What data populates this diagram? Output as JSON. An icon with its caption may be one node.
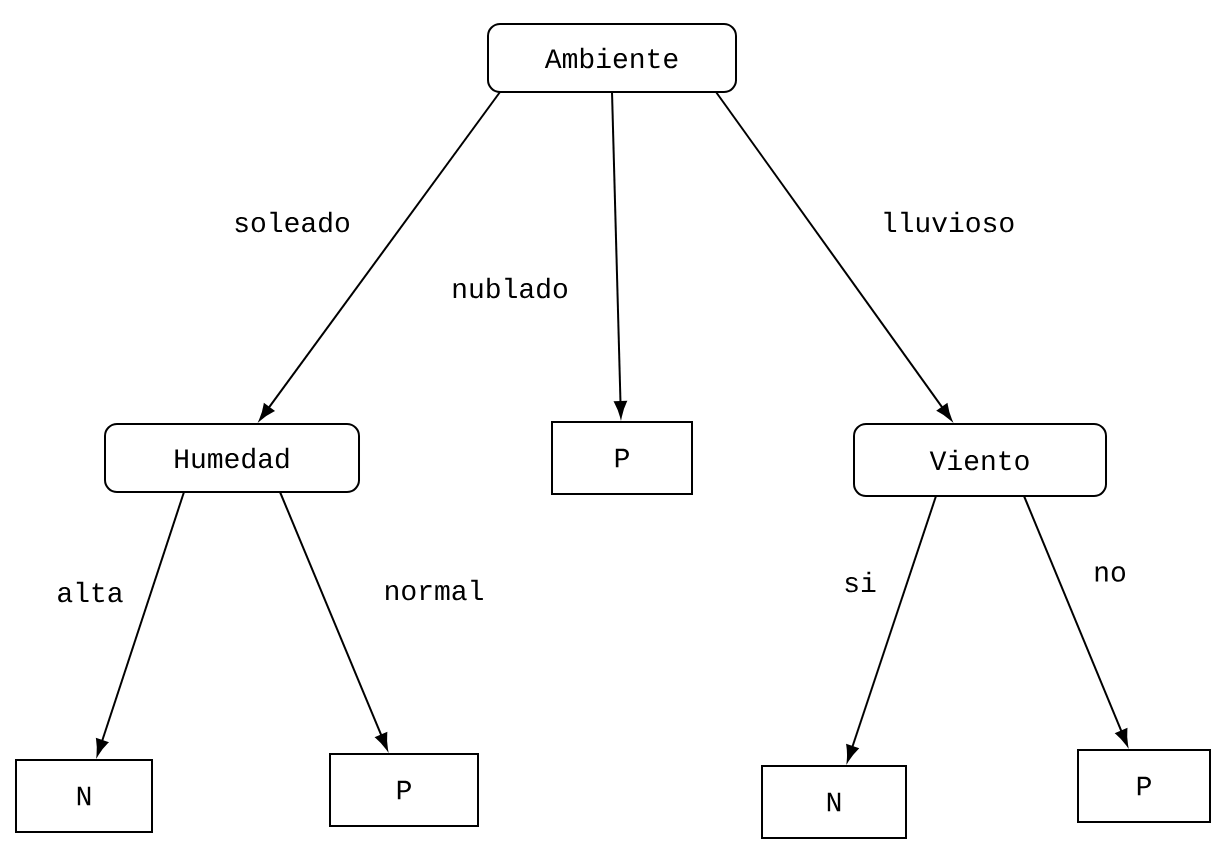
{
  "diagram": {
    "nodes": [
      {
        "text": [
          "Ambiente"
        ]
      },
      {
        "text": [
          "Humedad"
        ]
      },
      {
        "text": [
          "P"
        ]
      },
      {
        "text": [
          "Viento"
        ]
      },
      {
        "text": [
          "N"
        ]
      },
      {
        "text": [
          "P"
        ]
      },
      {
        "text": [
          "N"
        ]
      },
      {
        "text": [
          "P"
        ]
      }
    ],
    "edges": [
      {
        "from": 0,
        "to": 1,
        "arrow": "to",
        "label": "soleado"
      },
      {
        "from": 0,
        "to": 2,
        "arrow": "to",
        "label": "nublado"
      },
      {
        "from": 0,
        "to": 3,
        "arrow": "to",
        "label": "lluvioso"
      },
      {
        "from": 1,
        "to": 4,
        "arrow": "to",
        "label": "alta"
      },
      {
        "from": 1,
        "to": 5,
        "arrow": "to",
        "label": "normal"
      },
      {
        "from": 3,
        "to": 6,
        "arrow": "to",
        "label": "si"
      },
      {
        "from": 3,
        "to": 7,
        "arrow": "to",
        "label": "no"
      }
    ]
  }
}
